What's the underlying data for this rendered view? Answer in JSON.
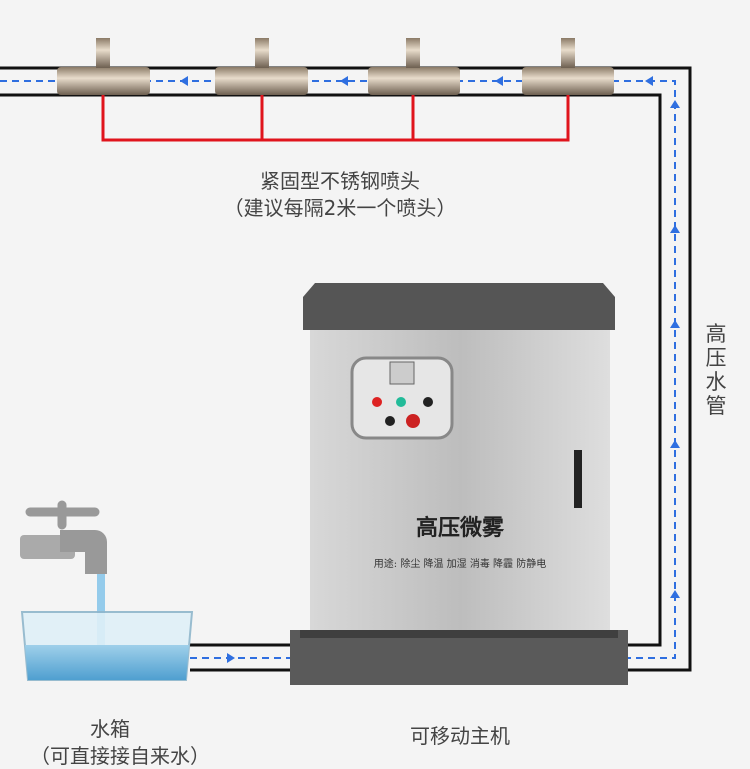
{
  "labels": {
    "nozzle_title": "紧固型不锈钢喷头",
    "nozzle_note": "（建议每隔2米一个喷头）",
    "pipe_label": "高压水管",
    "tank_title": "水箱",
    "tank_note": "（可直接接自来水）",
    "host_title": "可移动主机"
  },
  "machine": {
    "title": "高压微雾",
    "usage": "用途: 除尘 降温 加湿 消毒 降霾 防静电"
  },
  "colors": {
    "pipe_flow": "#2f6fe0",
    "nozzle_wire": "#e0141c",
    "water": "#6fb4dc"
  }
}
